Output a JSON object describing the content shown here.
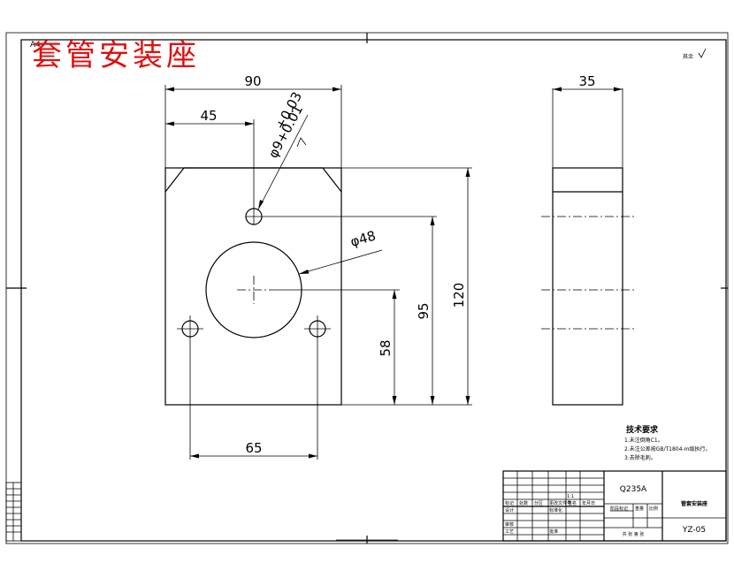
{
  "drawing": {
    "title_stamp": "套管安装座",
    "sheet_size": "A4",
    "roughness_note": "其余",
    "dimensions": {
      "width_total": "90",
      "hole_offset_x": "45",
      "hole_tolerance_top": "+0.03",
      "hole_tolerance_dia": "φ9+0.01",
      "big_hole_dia": "φ48",
      "height_120": "120",
      "height_95": "95",
      "height_58": "58",
      "hole_spacing": "65",
      "side_thickness": "35"
    },
    "notes": {
      "heading": "技术要求",
      "line1": "1.未注倒角C1。",
      "line2": "2.未注公差按GB/T1804-m级执行。",
      "line3": "3.去除毛刺。"
    },
    "title_block": {
      "material": "Q235A",
      "part_name": "管套安装座",
      "drawing_no": "YZ-05",
      "labels": {
        "mark": "标记",
        "count": "处数",
        "zone": "分区",
        "change_doc": "更改文件号",
        "signature": "签名",
        "date": "年月日",
        "designer": "设计",
        "standardization": "标准化",
        "checker": "审核",
        "process": "工艺",
        "approve": "批准",
        "stage_mark": "阶段标记",
        "weight": "重量",
        "scale": "比例",
        "scale_value": "1:1",
        "sheets": "共 张 第 张"
      }
    }
  }
}
